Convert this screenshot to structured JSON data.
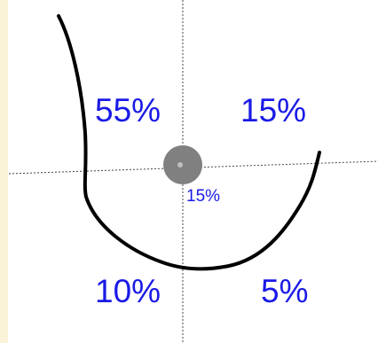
{
  "labels": {
    "upper_outer": "55%",
    "upper_inner": "15%",
    "central": "15%",
    "lower_outer": "10%",
    "lower_inner": "5%"
  },
  "colors": {
    "label_text": "#1a1ae6",
    "outline": "#000000",
    "crosshair": "#444444",
    "nipple": "#808080",
    "edge_strip": "#fbf3d8"
  }
}
